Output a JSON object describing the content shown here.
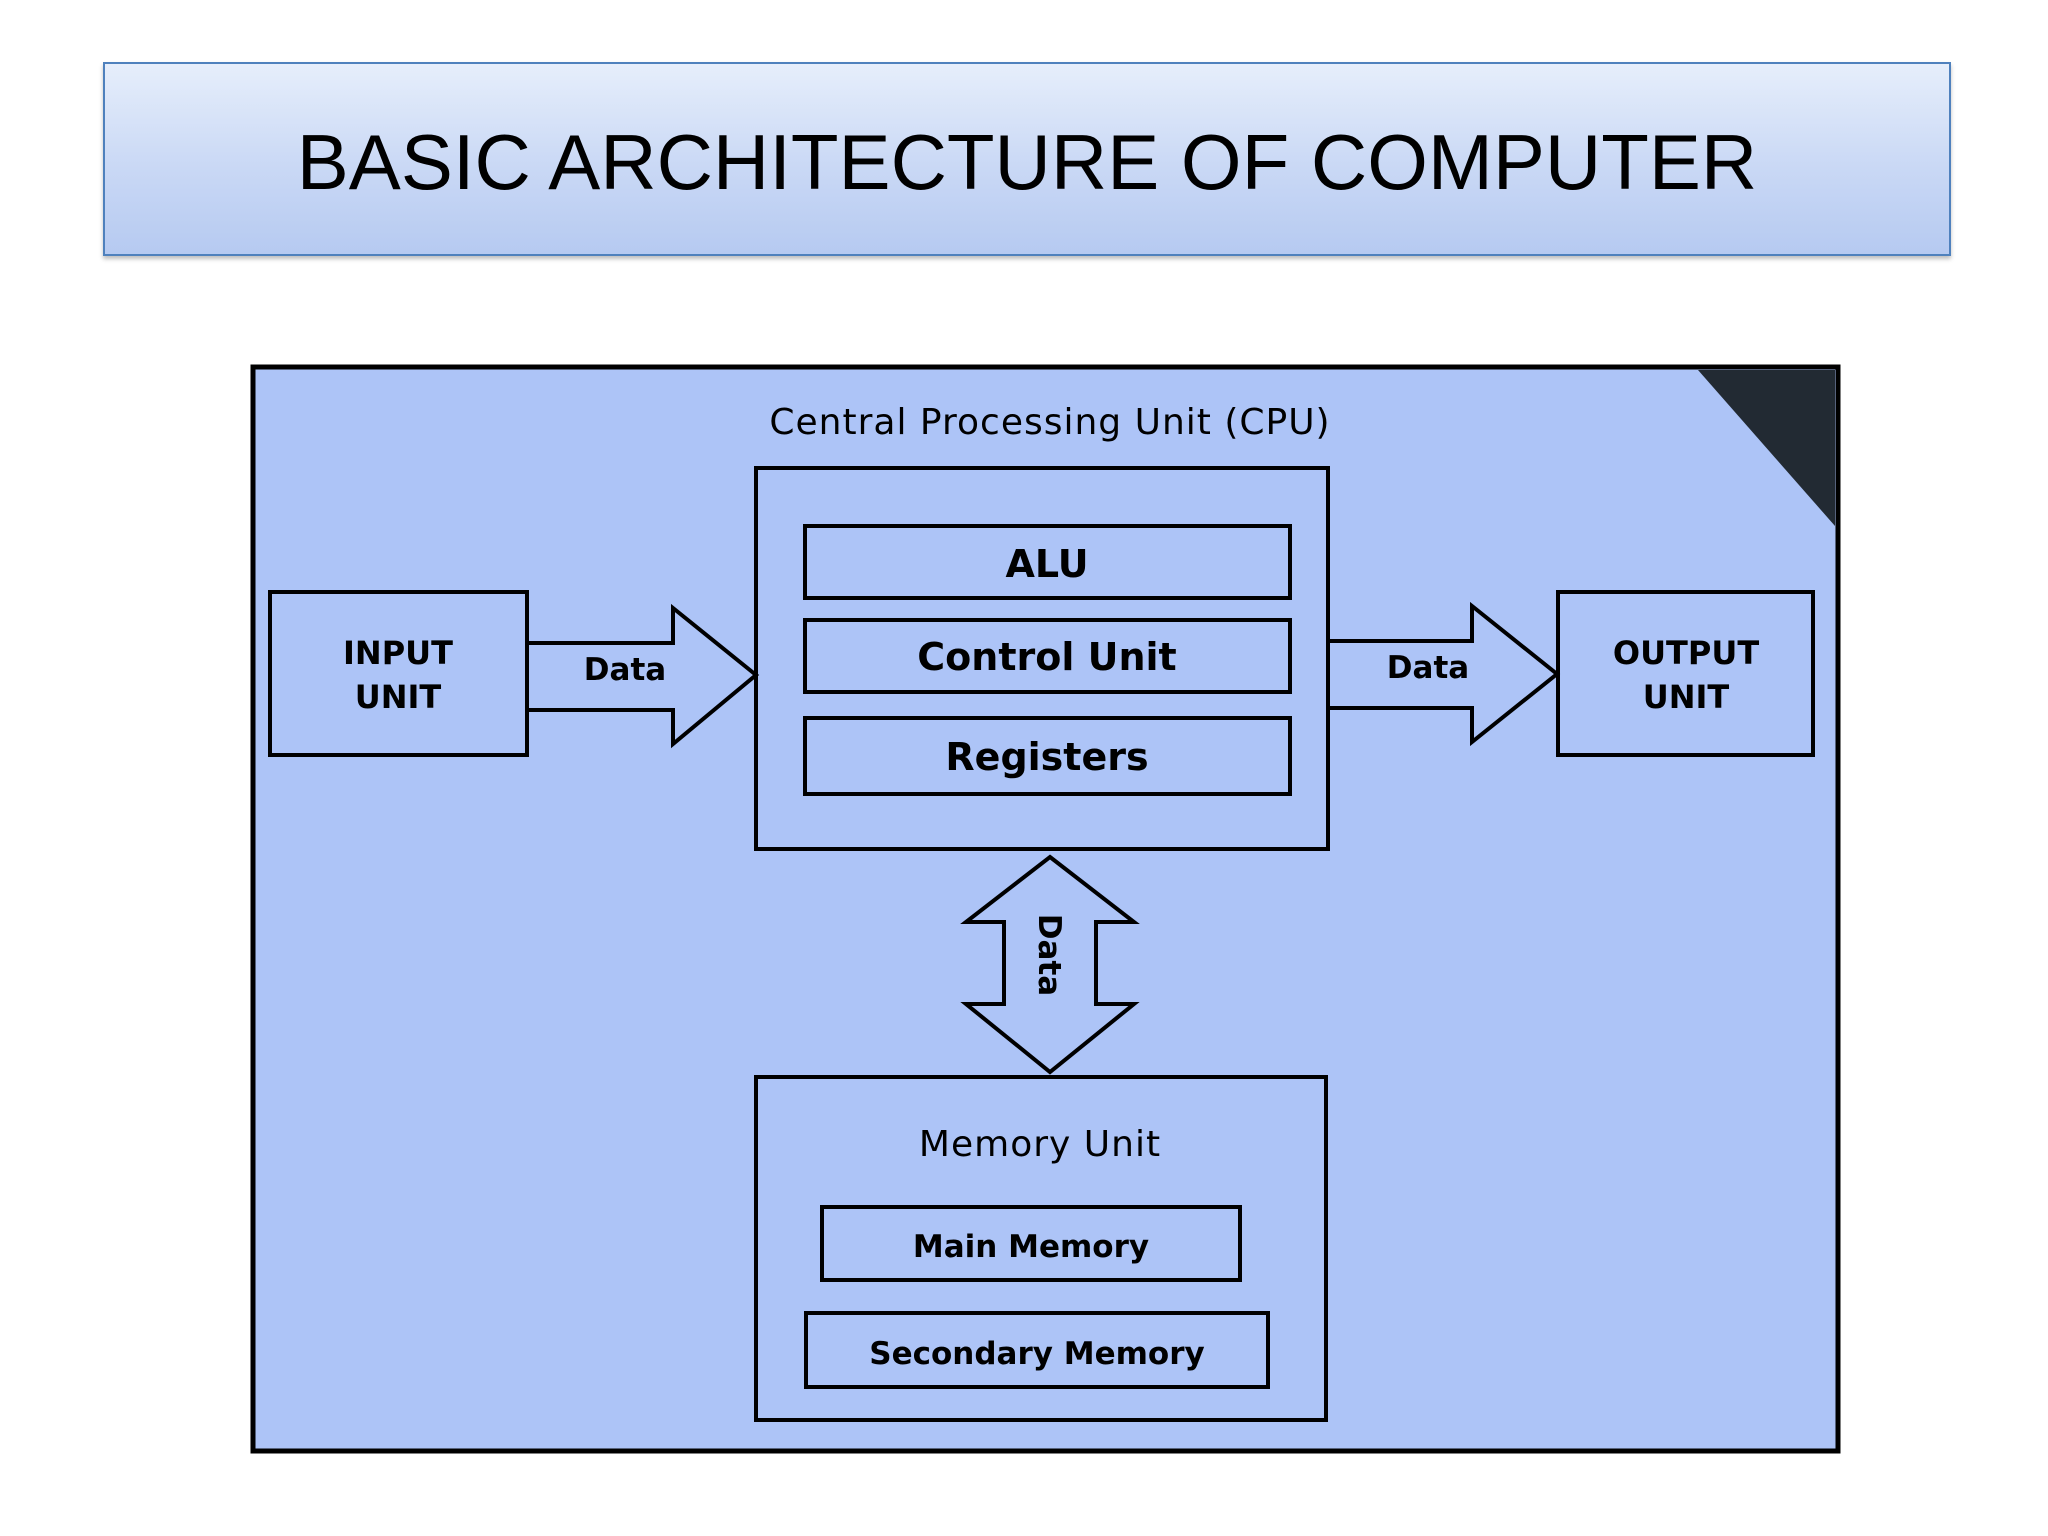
{
  "title": "BASIC ARCHITECTURE OF COMPUTER",
  "diagram": {
    "cpu_label": "Central Processing Unit (CPU)",
    "alu": "ALU",
    "control_unit": "Control Unit",
    "registers": "Registers",
    "input_line1": "INPUT",
    "input_line2": "UNIT",
    "output_line1": "OUTPUT",
    "output_line2": "UNIT",
    "data_in": "Data",
    "data_out": "Data",
    "data_mem": "Data",
    "memory_label": "Memory Unit",
    "main_memory": "Main Memory",
    "secondary_memory": "Secondary Memory",
    "colors": {
      "panel": "#adc4f7",
      "stroke": "#000000",
      "corner": "#222a33"
    }
  }
}
